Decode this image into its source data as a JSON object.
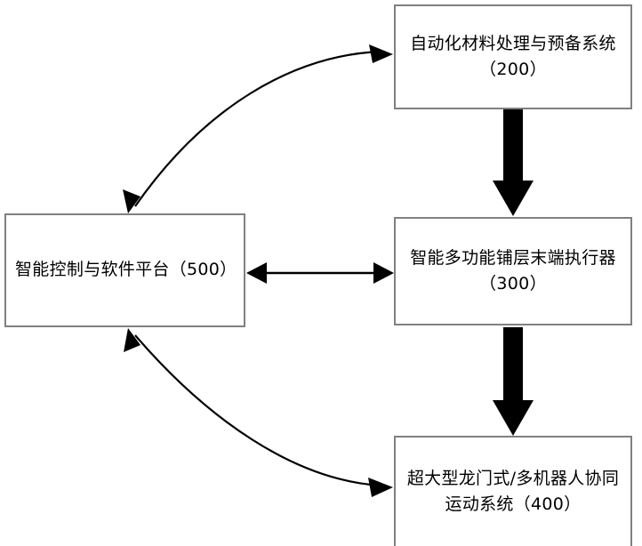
{
  "diagram": {
    "type": "block-flow-diagram",
    "background_color": "#ffffff",
    "box_border_color": "#808080",
    "text_color": "#000000",
    "arrow_color": "#000000",
    "nodes": [
      {
        "id": "200",
        "name": "automated-material-handling",
        "label": "自动化材料处理与预备系统\n（200）"
      },
      {
        "id": "300",
        "name": "intelligent-layup-end-effector",
        "label": "智能多功能铺层末端执行器\n（300）"
      },
      {
        "id": "400",
        "name": "gantry-multi-robot-motion-system",
        "label": "超大型龙门式/多机器人协同\n运动系统（400）"
      },
      {
        "id": "500",
        "name": "intelligent-control-software-platform",
        "label": "智能控制与软件平台（500）"
      }
    ],
    "edges": [
      {
        "name": "edge-500-200",
        "from": "500",
        "to": "200",
        "style": "curved",
        "heads": "both"
      },
      {
        "name": "edge-500-300",
        "from": "500",
        "to": "300",
        "style": "straight-horizontal",
        "heads": "both"
      },
      {
        "name": "edge-500-400",
        "from": "500",
        "to": "400",
        "style": "curved",
        "heads": "both"
      },
      {
        "name": "edge-200-300",
        "from": "200",
        "to": "300",
        "style": "thick-block",
        "heads": "single-down"
      },
      {
        "name": "edge-300-400",
        "from": "300",
        "to": "400",
        "style": "thick-block",
        "heads": "single-down"
      }
    ]
  }
}
